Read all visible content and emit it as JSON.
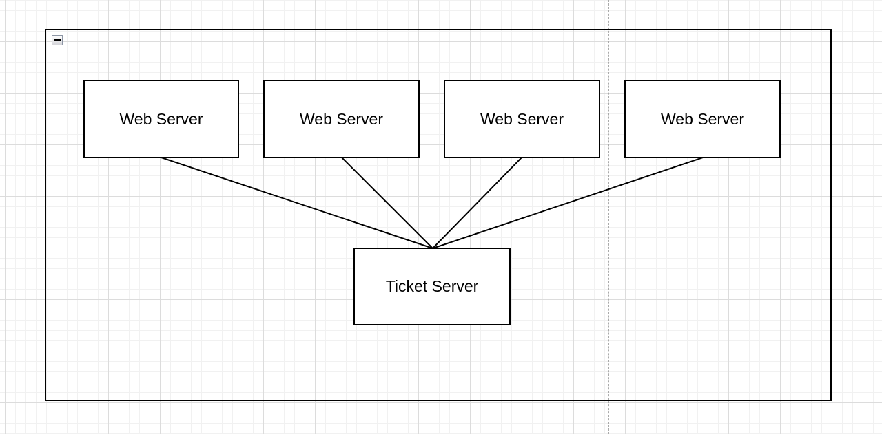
{
  "colors": {
    "node_fill": "#ffffff",
    "node_stroke": "#000000",
    "edge_stroke": "#000000",
    "page_divider": "#a9a9a9",
    "grid_minor": "#f1f1f1",
    "grid_major": "#dcdcdc"
  },
  "group": {
    "collapse_icon": "minus-icon",
    "state": "expanded"
  },
  "nodes": [
    {
      "id": "web1",
      "label": "Web Server"
    },
    {
      "id": "web2",
      "label": "Web Server"
    },
    {
      "id": "web3",
      "label": "Web Server"
    },
    {
      "id": "web4",
      "label": "Web Server"
    },
    {
      "id": "ticket",
      "label": "Ticket Server"
    }
  ],
  "edges": [
    {
      "from": "web1",
      "to": "ticket"
    },
    {
      "from": "web2",
      "to": "ticket"
    },
    {
      "from": "web3",
      "to": "ticket"
    },
    {
      "from": "web4",
      "to": "ticket"
    }
  ]
}
